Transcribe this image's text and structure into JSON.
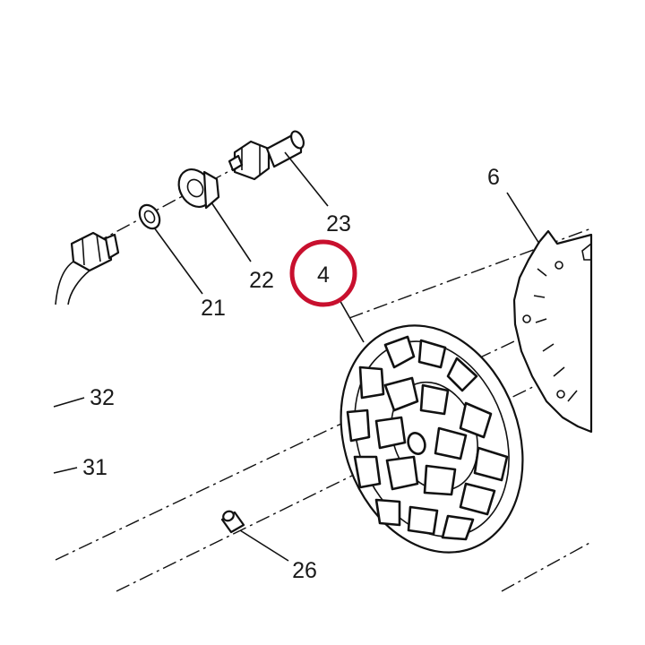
{
  "callouts": [
    {
      "id": "6",
      "text": "6"
    },
    {
      "id": "4",
      "text": "4"
    },
    {
      "id": "21",
      "text": "21"
    },
    {
      "id": "22",
      "text": "22"
    },
    {
      "id": "23",
      "text": "23"
    },
    {
      "id": "26",
      "text": "26"
    },
    {
      "id": "31",
      "text": "31"
    },
    {
      "id": "32",
      "text": "32"
    }
  ],
  "highlight": {
    "target": "4",
    "color": "#c8102e"
  }
}
